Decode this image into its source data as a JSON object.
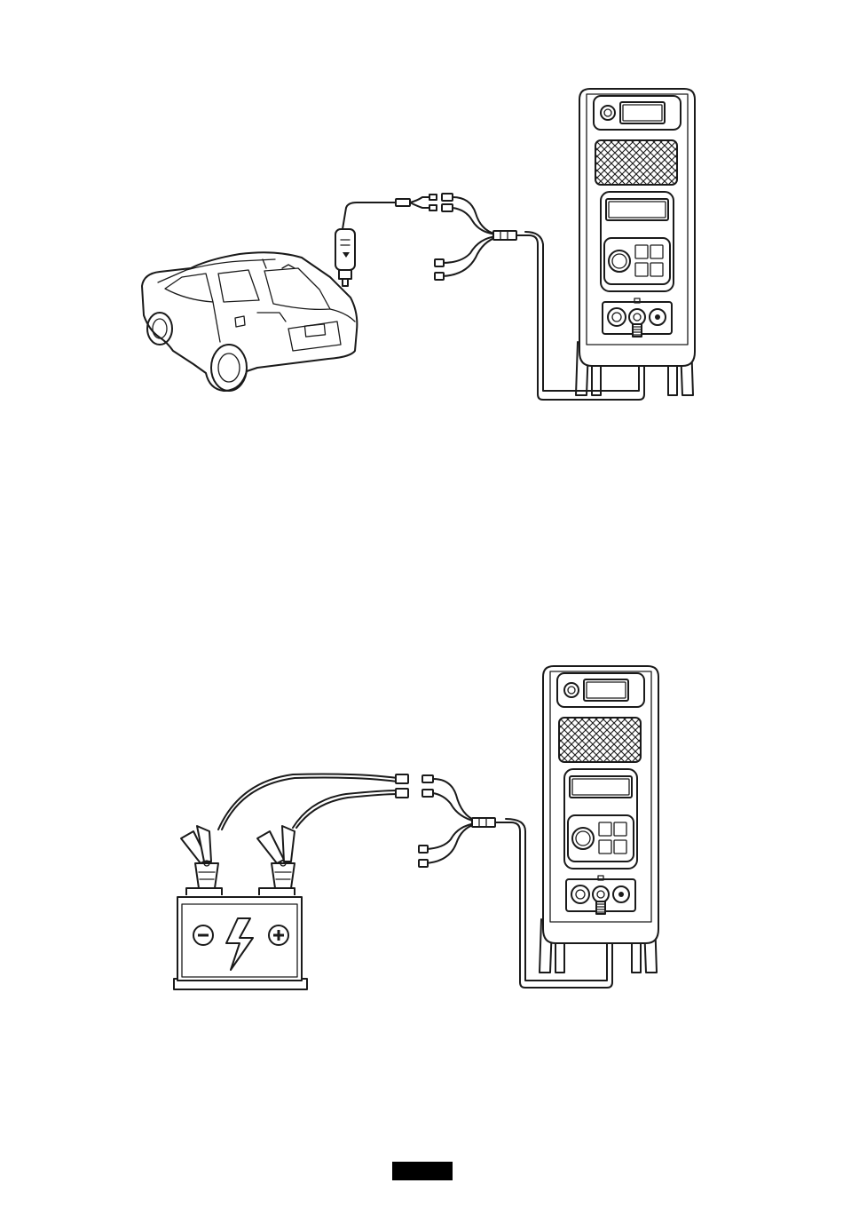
{
  "page_tab": {
    "color": "#000000"
  },
  "diagrams": [
    {
      "icon": "car-charging-icon",
      "source": "car-cigarette-lighter-socket",
      "device": "portable-power-station"
    },
    {
      "icon": "battery-clamp-charging-icon",
      "source": "12v-battery-with-alligator-clamps",
      "device": "portable-power-station"
    }
  ],
  "colors": {
    "line": "#1a1a1a",
    "background": "#ffffff"
  }
}
